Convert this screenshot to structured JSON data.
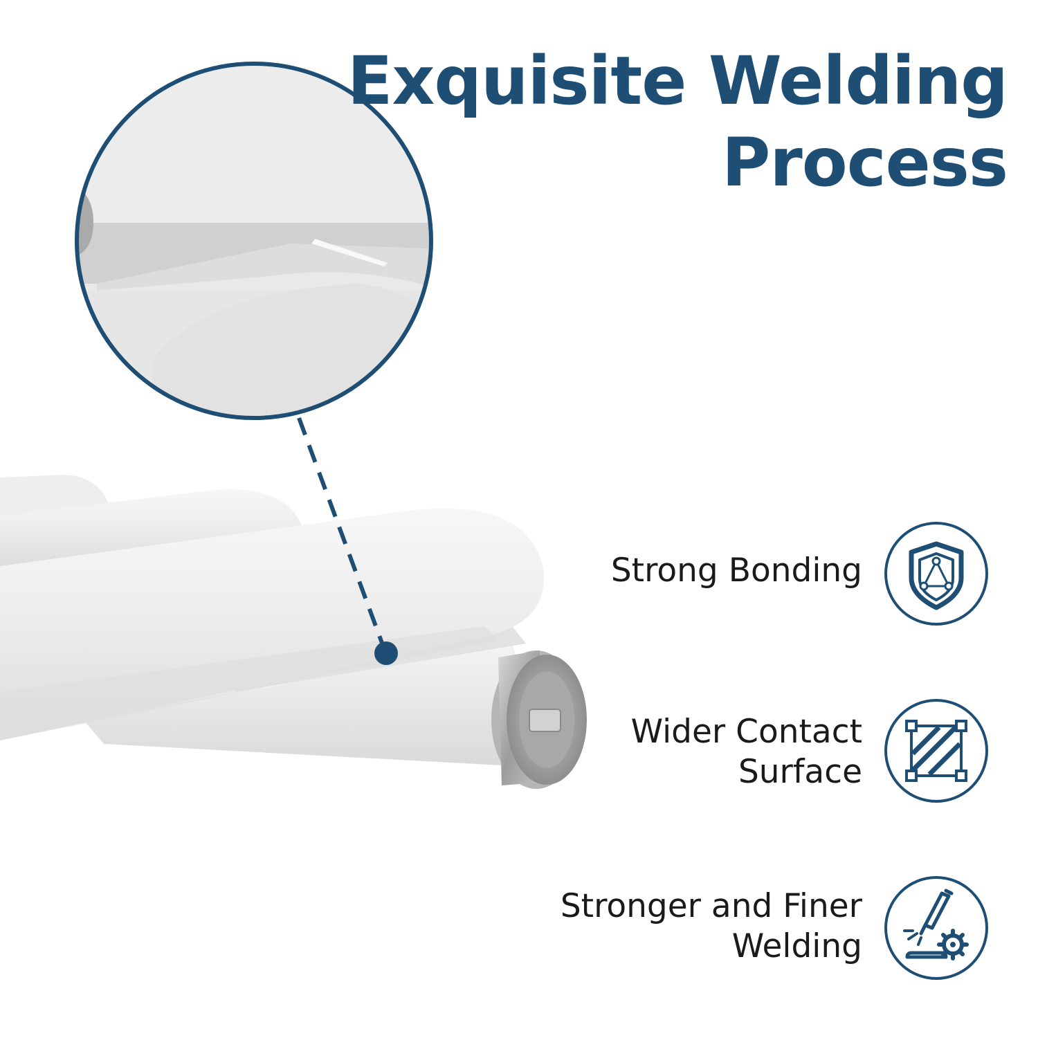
{
  "headline": {
    "line1": "Exquisite Welding",
    "line2": "Process"
  },
  "features": [
    {
      "line1": "Strong Bonding",
      "line2": "",
      "icon": "shield-icon"
    },
    {
      "line1": "Wider Contact",
      "line2": "Surface",
      "icon": "contact-surface-icon"
    },
    {
      "line1": "Stronger and Finer",
      "line2": "Welding",
      "icon": "welding-icon"
    }
  ],
  "colors": {
    "brand": "#1f4e74",
    "text": "#1a1a1a",
    "background": "#ffffff"
  }
}
